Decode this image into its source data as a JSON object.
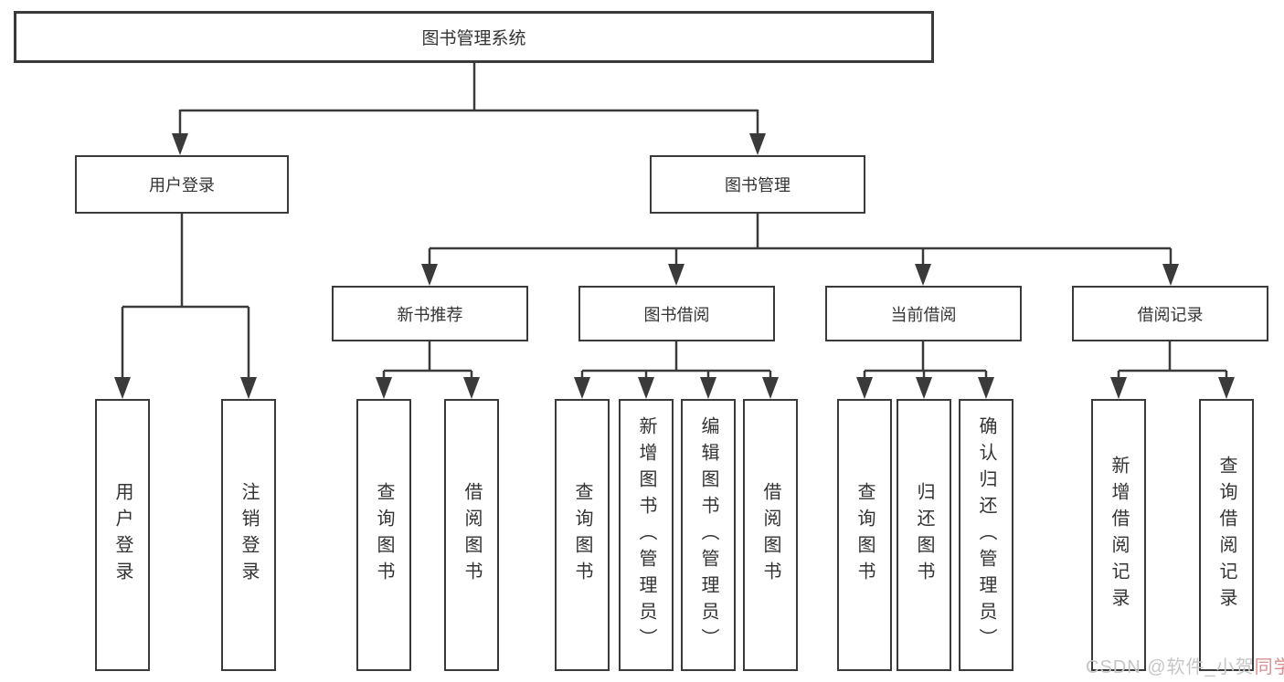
{
  "tree": {
    "root": {
      "label": "图书管理系统"
    },
    "branches": [
      {
        "label": "用户登录",
        "leaves": [
          {
            "label": "用户登录"
          },
          {
            "label": "注销登录"
          }
        ]
      },
      {
        "label": "图书管理",
        "groups": [
          {
            "label": "新书推荐",
            "leaves": [
              {
                "label": "查询图书"
              },
              {
                "label": "借阅图书"
              }
            ]
          },
          {
            "label": "图书借阅",
            "leaves": [
              {
                "label": "查询图书"
              },
              {
                "label": "新增图书（管理员）"
              },
              {
                "label": "编辑图书（管理员）"
              },
              {
                "label": "借阅图书"
              }
            ]
          },
          {
            "label": "当前借阅",
            "leaves": [
              {
                "label": "查询图书"
              },
              {
                "label": "归还图书"
              },
              {
                "label": "确认归还（管理员）"
              }
            ]
          },
          {
            "label": "借阅记录",
            "leaves": [
              {
                "label": "新增借阅记录"
              },
              {
                "label": "查询借阅记录"
              }
            ]
          }
        ]
      }
    ]
  },
  "watermark": {
    "gray_text": "CSDN @软件_小贺",
    "red_text": "同学"
  },
  "colors": {
    "line": "#3a3a3a",
    "text": "#333333",
    "background": "#ffffff",
    "watermark_gray": "#c6c6c6",
    "watermark_red": "#d98f8f"
  }
}
